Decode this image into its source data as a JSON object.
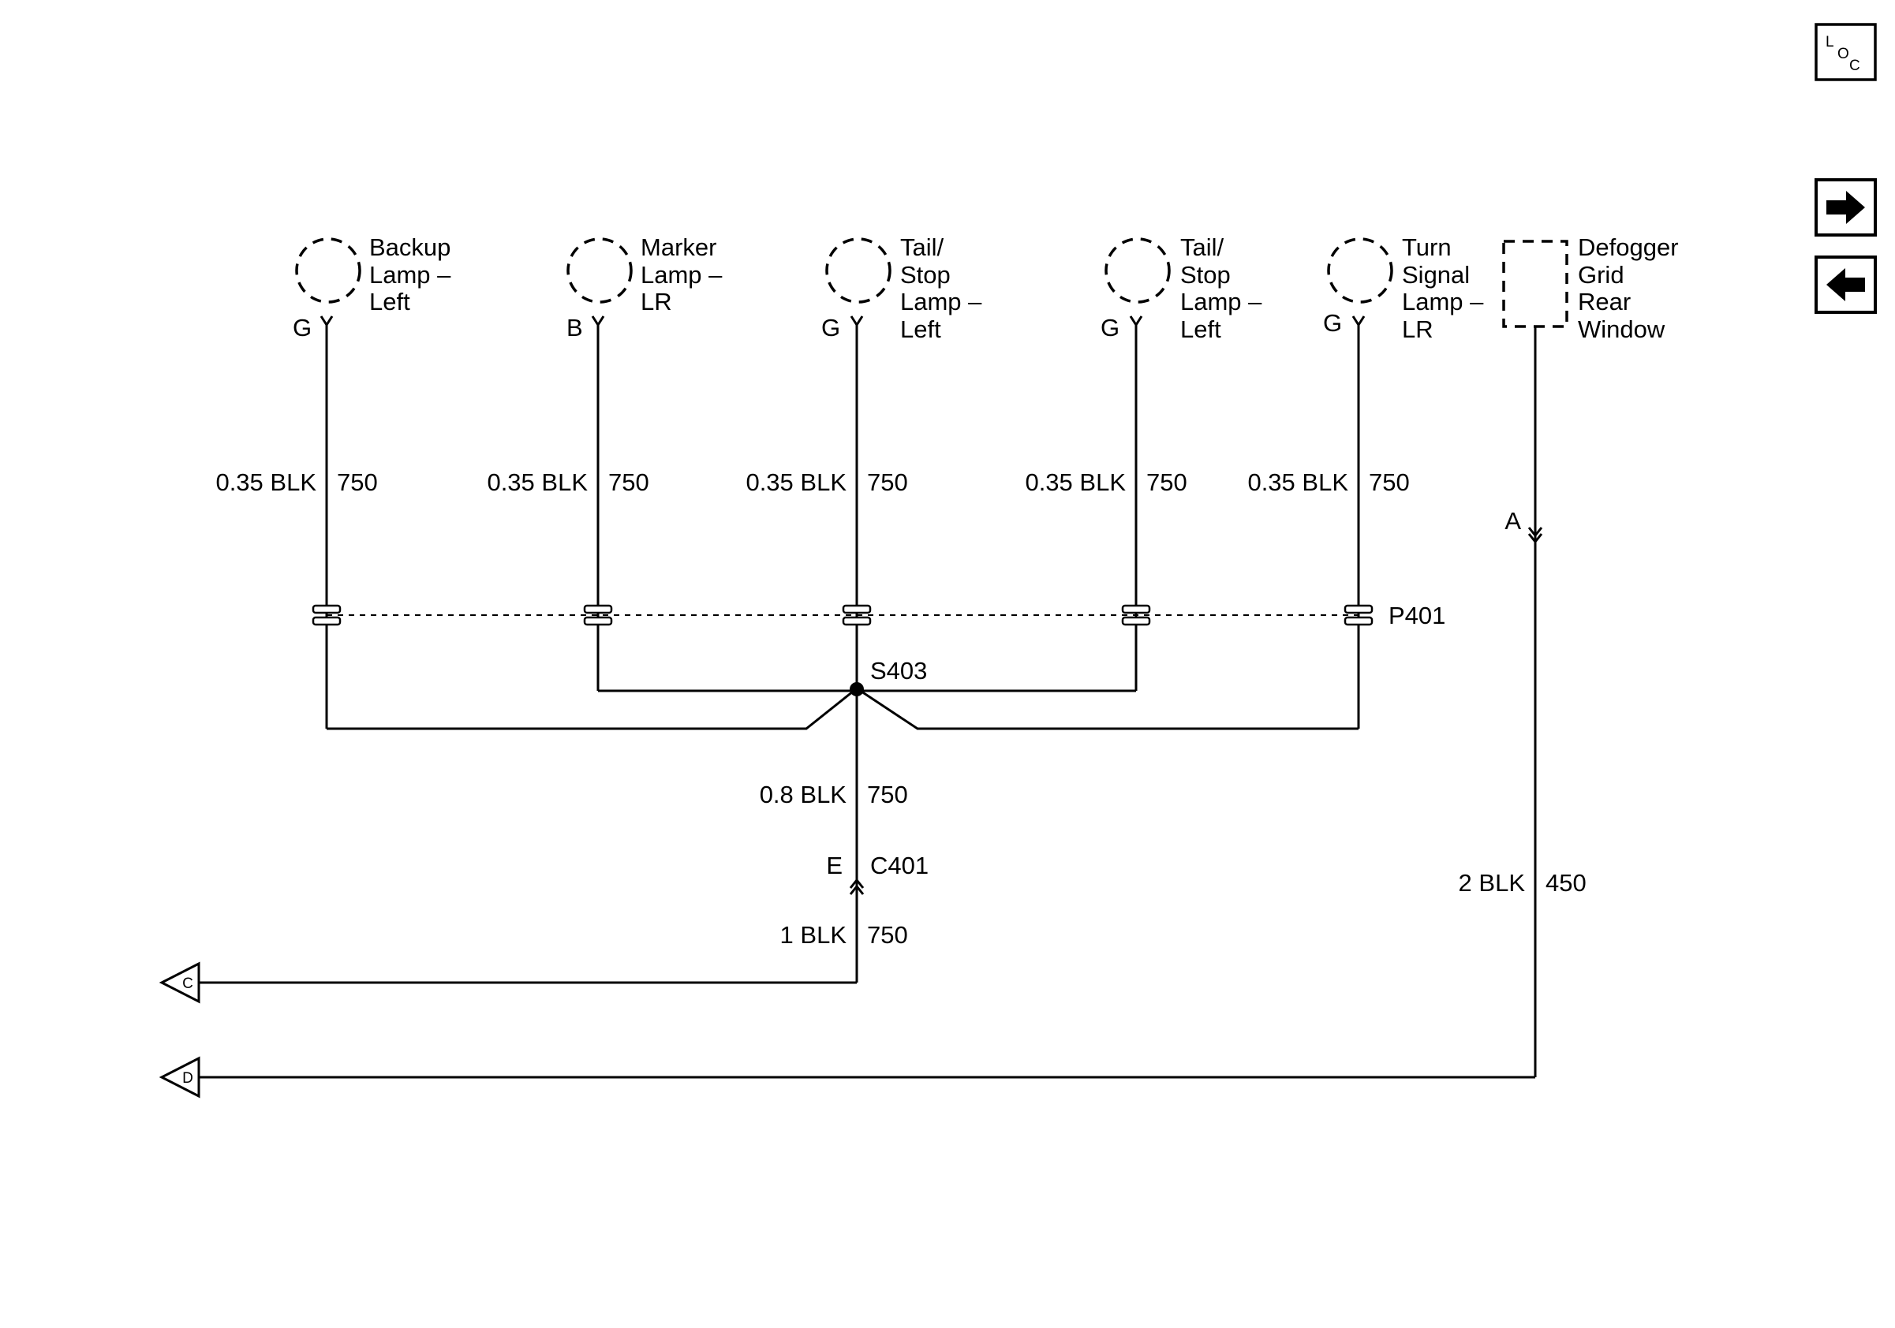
{
  "loc_icon": {
    "l": "L",
    "o": "O",
    "c": "C"
  },
  "nav": {
    "forward": "arrow-right-icon",
    "back": "arrow-left-icon"
  },
  "components": [
    {
      "lines": [
        "Backup",
        "Lamp –",
        "Left"
      ],
      "pin": "G"
    },
    {
      "lines": [
        "Marker",
        "Lamp –",
        "LR"
      ],
      "pin": "B"
    },
    {
      "lines": [
        "Tail/",
        "Stop",
        "Lamp –",
        "Left"
      ],
      "pin": "G"
    },
    {
      "lines": [
        "Tail/",
        "Stop",
        "Lamp –",
        "Left"
      ],
      "pin": "G"
    },
    {
      "lines": [
        "Turn",
        "Signal",
        "Lamp –",
        "LR"
      ],
      "pin": "G"
    },
    {
      "lines": [
        "Defogger",
        "Grid",
        "Rear",
        "Window"
      ]
    }
  ],
  "branch_wires": [
    {
      "size_color": "0.35 BLK",
      "circuit": "750"
    },
    {
      "size_color": "0.35 BLK",
      "circuit": "750"
    },
    {
      "size_color": "0.35 BLK",
      "circuit": "750"
    },
    {
      "size_color": "0.35 BLK",
      "circuit": "750"
    },
    {
      "size_color": "0.35 BLK",
      "circuit": "750"
    }
  ],
  "pass_through": "P401",
  "splice": "S403",
  "splice_out": {
    "size_color": "0.8 BLK",
    "circuit": "750"
  },
  "connector": {
    "pin": "E",
    "id": "C401"
  },
  "ground_wire": {
    "size_color": "1 BLK",
    "circuit": "750"
  },
  "defogger_pin": "A",
  "defogger_wire": {
    "size_color": "2 BLK",
    "circuit": "450"
  },
  "offpage": [
    "C",
    "D"
  ]
}
